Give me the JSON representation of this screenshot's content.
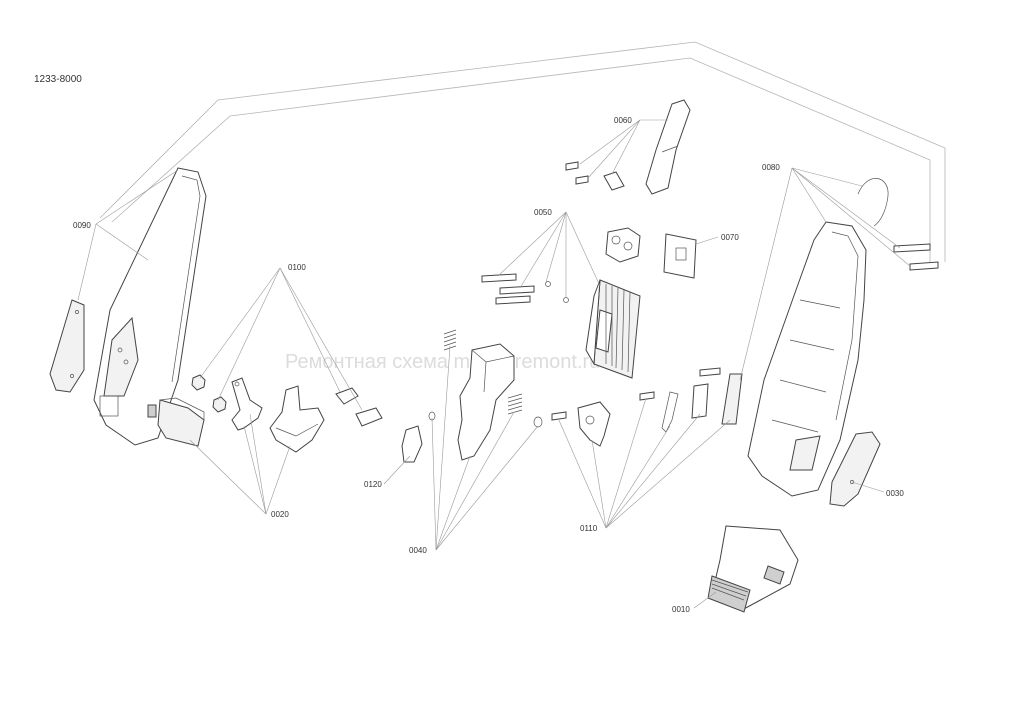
{
  "document": {
    "model_number": "1233-8000",
    "watermark": "Ремонтная схема moser remont.ru"
  },
  "callouts": {
    "c0010": "0010",
    "c0020": "0020",
    "c0030": "0030",
    "c0040": "0040",
    "c0050": "0050",
    "c0060": "0060",
    "c0070": "0070",
    "c0080": "0080",
    "c0090": "0090",
    "c0100": "0100",
    "c0110": "0110",
    "c0120": "0120"
  },
  "colors": {
    "line": "#444444",
    "leader": "#9a9a9a",
    "watermark": "#dcdcdc"
  }
}
